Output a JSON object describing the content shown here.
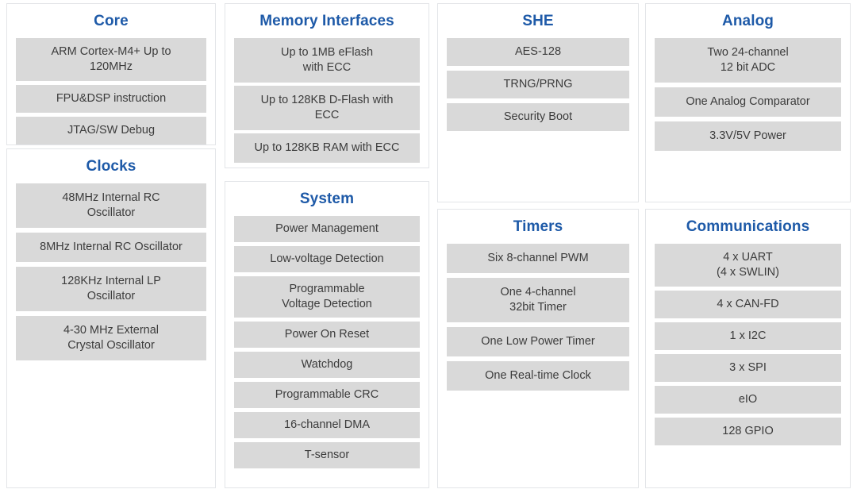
{
  "diagram": {
    "title_color": "#1e5aa8",
    "chip_background": "#d9d9d9",
    "chip_text_color": "#3c3c3c",
    "panel_border_color": "#e3e5e8",
    "page_background": "#ffffff"
  },
  "panels": {
    "core": {
      "title": "Core",
      "items": [
        "ARM Cortex-M4+ Up to\n120MHz",
        "FPU&DSP instruction",
        "JTAG/SW Debug"
      ]
    },
    "clocks": {
      "title": "Clocks",
      "items": [
        "48MHz Internal RC\nOscillator",
        "8MHz Internal RC Oscillator",
        "128KHz Internal LP\nOscillator",
        "4-30 MHz External\nCrystal Oscillator"
      ]
    },
    "memory": {
      "title": "Memory Interfaces",
      "items": [
        "Up to 1MB eFlash\nwith ECC",
        "Up to 128KB D-Flash with\nECC",
        "Up to 128KB RAM with ECC"
      ]
    },
    "system": {
      "title": "System",
      "items": [
        "Power Management",
        "Low-voltage Detection",
        "Programmable\nVoltage Detection",
        "Power On Reset",
        "Watchdog",
        "Programmable CRC",
        "16-channel DMA",
        "T-sensor"
      ]
    },
    "she": {
      "title": "SHE",
      "items": [
        "AES-128",
        "TRNG/PRNG",
        "Security Boot"
      ]
    },
    "timers": {
      "title": "Timers",
      "items": [
        "Six 8-channel PWM",
        "One 4-channel\n32bit Timer",
        "One Low Power Timer",
        "One Real-time Clock"
      ]
    },
    "analog": {
      "title": "Analog",
      "items": [
        "Two 24-channel\n12 bit ADC",
        "One Analog Comparator",
        "3.3V/5V Power"
      ]
    },
    "communications": {
      "title": "Communications",
      "items": [
        "4 x UART\n(4 x SWLIN)",
        "4 x CAN-FD",
        "1 x I2C",
        "3 x SPI",
        "eIO",
        "128 GPIO"
      ]
    }
  }
}
